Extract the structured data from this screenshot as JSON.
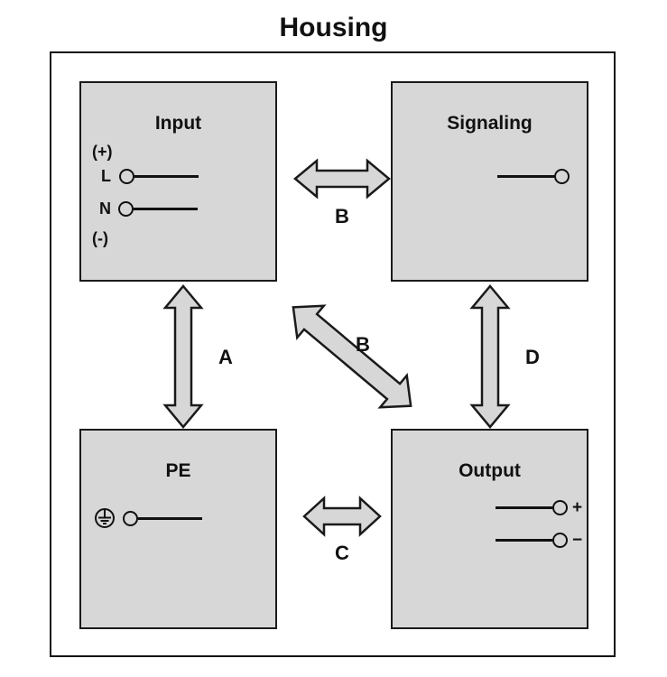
{
  "diagram": {
    "title": "Housing",
    "frame_name": "housing-frame",
    "colors": {
      "block_fill": "#d7d7d7",
      "stroke": "#1a1a1a",
      "background": "#ffffff",
      "text": "#111111"
    },
    "blocks": [
      {
        "id": "input",
        "label": "Input",
        "polarity_top": "(+)",
        "polarity_bottom": "(-)",
        "terminals": [
          {
            "label": "L",
            "side": "left"
          },
          {
            "label": "N",
            "side": "left"
          }
        ]
      },
      {
        "id": "signaling",
        "label": "Signaling",
        "terminals": [
          {
            "label": "",
            "side": "right"
          }
        ]
      },
      {
        "id": "pe",
        "label": "PE",
        "terminals": [
          {
            "label": "earth-symbol",
            "side": "left"
          }
        ]
      },
      {
        "id": "output",
        "label": "Output",
        "terminals": [
          {
            "label": "+",
            "side": "right"
          },
          {
            "label": "−",
            "side": "right"
          }
        ]
      }
    ],
    "arrows": [
      {
        "id": "input-signaling",
        "label": "B",
        "orientation": "horizontal",
        "from": "Input",
        "to": "Signaling"
      },
      {
        "id": "input-pe",
        "label": "A",
        "orientation": "vertical",
        "from": "Input",
        "to": "PE"
      },
      {
        "id": "input-output",
        "label": "B",
        "orientation": "diagonal",
        "from": "Input",
        "to": "Output"
      },
      {
        "id": "signaling-output",
        "label": "D",
        "orientation": "vertical",
        "from": "Signaling",
        "to": "Output"
      },
      {
        "id": "pe-output",
        "label": "C",
        "orientation": "horizontal",
        "from": "PE",
        "to": "Output"
      }
    ]
  }
}
